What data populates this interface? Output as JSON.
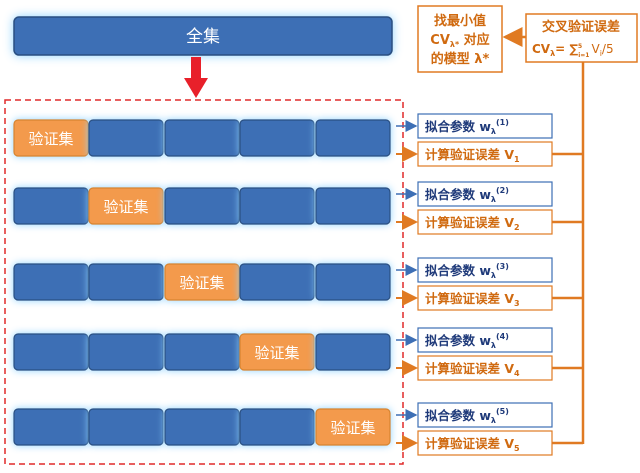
{
  "full_set_label": "全集",
  "validation_label": "验证集",
  "folds": [
    {
      "fit_prefix": "拟合参数 w",
      "sub": "λ",
      "sup": "(1)",
      "err_prefix": "计算验证误差 V",
      "err_sub": "1",
      "val_index": 0
    },
    {
      "fit_prefix": "拟合参数 w",
      "sub": "λ",
      "sup": "(2)",
      "err_prefix": "计算验证误差 V",
      "err_sub": "2",
      "val_index": 1
    },
    {
      "fit_prefix": "拟合参数 w",
      "sub": "λ",
      "sup": "(3)",
      "err_prefix": "计算验证误差 V",
      "err_sub": "3",
      "val_index": 2
    },
    {
      "fit_prefix": "拟合参数 w",
      "sub": "λ",
      "sup": "(4)",
      "err_prefix": "计算验证误差 V",
      "err_sub": "4",
      "val_index": 3
    },
    {
      "fit_prefix": "拟合参数 w",
      "sub": "λ",
      "sup": "(5)",
      "err_prefix": "计算验证误差 V",
      "err_sub": "5",
      "val_index": 4
    }
  ],
  "cv_box": {
    "title": "交叉验证误差",
    "formula_cv": "CV",
    "formula_sub": "λ",
    "formula_rest": "= ∑",
    "sum_upper": "5",
    "sum_lower": "i=1",
    "formula_tail": "V",
    "tail_sub": "i",
    "tail_end": "/5"
  },
  "find_box": {
    "line1": "找最小值",
    "line2_cv": "CV",
    "line2_sub": "λ*",
    "line2_rest": " 对应",
    "line3": "的模型 λ*"
  },
  "colors": {
    "blue": "#3d6fb5",
    "blue_border": "#2a4f82",
    "glow": "#8fd3ff",
    "orange": "#f39a4c",
    "orange_line": "#e07a22",
    "red": "#e8202a",
    "dashed": "#e02a2a",
    "text_blue": "#1f3a7a",
    "text_orange": "#d06a10"
  }
}
